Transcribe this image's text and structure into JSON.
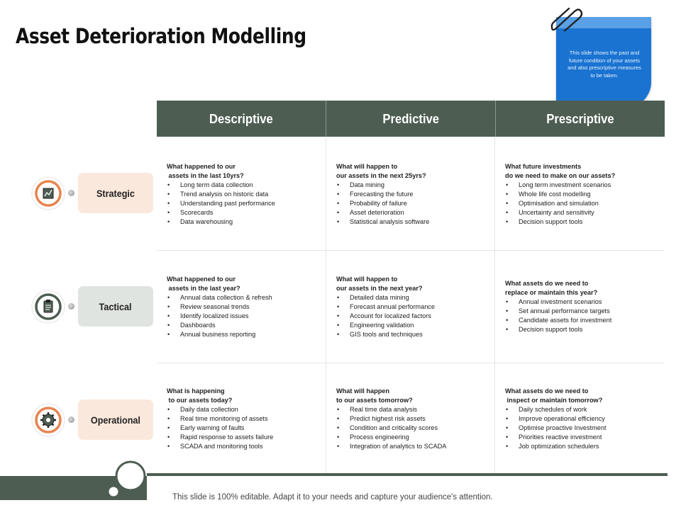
{
  "title": "Asset Deterioration Modelling",
  "note": {
    "text": "This slide shows the past and future condition of your assets and also prescriptive measures to be taken."
  },
  "columns": [
    "Descriptive",
    "Predictive",
    "Prescriptive"
  ],
  "rows": [
    {
      "label": "Strategic",
      "icon": "strategy-board-icon",
      "cells": [
        {
          "question": "What happened to our\n assets in the last 10yrs?",
          "bullets": [
            "Long term data collection",
            "Trend analysis  on historic data",
            "Understanding past performance",
            "Scorecards",
            "Data warehousing"
          ]
        },
        {
          "question": "What will happen to\nour assets in the next 25yrs?",
          "bullets": [
            "Data mining",
            "Forecasting the future",
            "Probability of failure",
            "Asset deterioration",
            "Statistical analysis software"
          ]
        },
        {
          "question": "What future investments\ndo we need to make on our assets?",
          "bullets": [
            "Long term investment scenarios",
            "Whole life cost modelling",
            "Optimisation and simulation",
            "Uncertainty and sensitivity",
            "Decision support tools"
          ]
        }
      ]
    },
    {
      "label": "Tactical",
      "icon": "clipboard-icon",
      "cells": [
        {
          "question": "What happened to our\n assets in the last year?",
          "bullets": [
            "Annual data collection & refresh",
            "Review seasonal trends",
            "Identify localized issues",
            "Dashboards",
            "Annual business reporting"
          ]
        },
        {
          "question": "What will happen to\nour assets in the next year?",
          "bullets": [
            "Detailed data mining",
            "Forecast annual performance",
            "Account for localized factors",
            "Engineering validation",
            "GIS tools and techniques"
          ]
        },
        {
          "question": "What assets do we need to\nreplace or maintain this year?",
          "bullets": [
            "Annual investment scenarios",
            "Set annual performance targets",
            "Candidate assets for investment",
            "Decision support tools"
          ]
        }
      ]
    },
    {
      "label": "Operational",
      "icon": "gear-icon",
      "cells": [
        {
          "question": "What is happening\n to our assets today?",
          "bullets": [
            "Daily data collection",
            "Real time monitoring of assets",
            "Early warning of faults",
            "Rapid response to assets failure",
            "SCADA and monitoring tools"
          ]
        },
        {
          "question": "What will happen\nto our assets tomorrow?",
          "bullets": [
            "Real time data analysis",
            "Predict highest risk assets",
            "Condition and criticality scores",
            "Process engineering",
            "Integration of analytics to SCADA"
          ]
        },
        {
          "question": "What assets do we need to\n inspect or maintain tomorrow?",
          "bullets": [
            "Daily schedules of work",
            "Improve operational efficiency",
            "Optimise proactive Investment",
            "Priorities reactive investment",
            "Job optimization schedulers"
          ]
        }
      ]
    }
  ],
  "footer": {
    "text": "This slide is 100% editable. Adapt it to your needs and capture your audience's attention."
  },
  "colors": {
    "header_bg": "#4d5d52",
    "note_blue": "#1a73d1",
    "strategic_bg": "#fbe8dc",
    "tactical_bg": "#dfe4e0",
    "operational_bg": "#fbe8dc",
    "accent_orange": "#e8844e",
    "accent_dark": "#4d5d52"
  }
}
